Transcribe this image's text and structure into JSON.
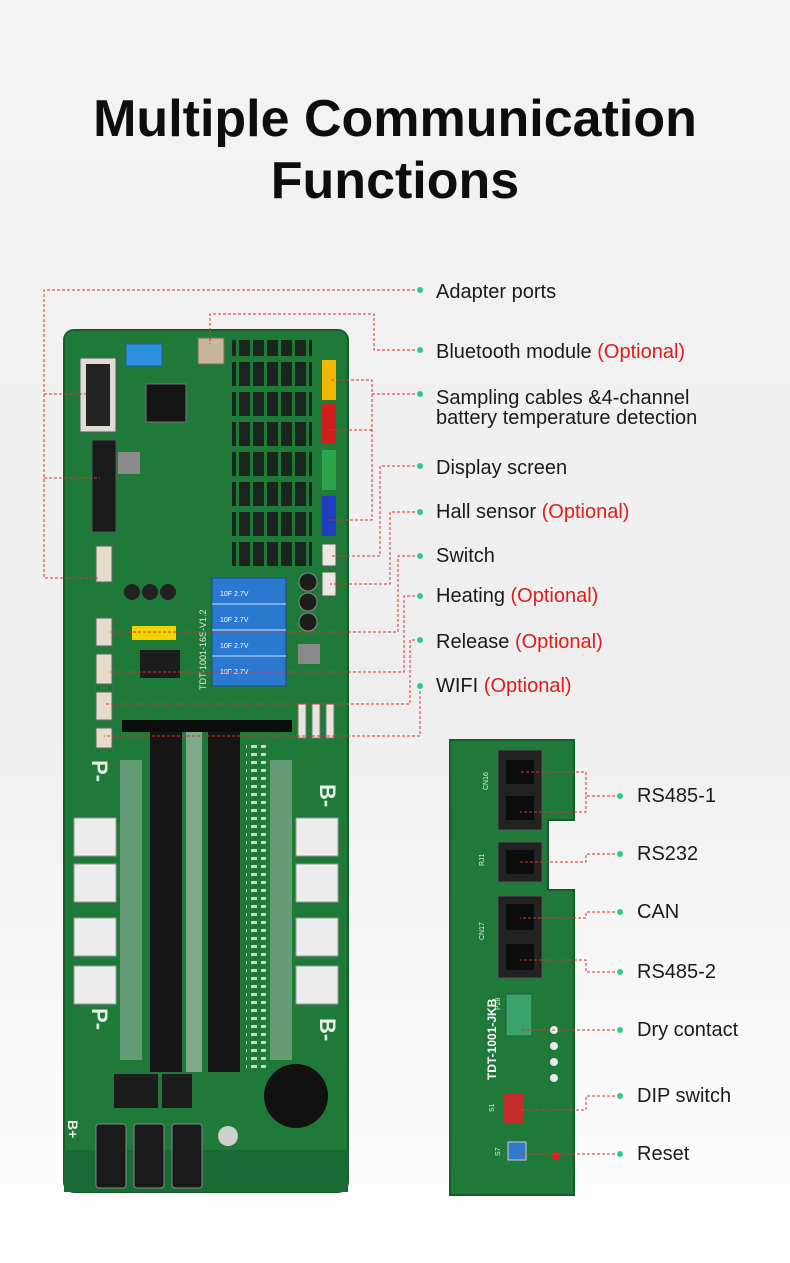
{
  "title": {
    "line1": "Multiple Communication",
    "line2": "Functions"
  },
  "colors": {
    "accent_dot": "#2ecc8a",
    "leader_line": "#d9342b",
    "optional_text": "#e21b1b",
    "pcb_green": "#1f7a3a"
  },
  "main_board": {
    "silk_model": "TDT-1001-16S-V1.2",
    "b_minus": "B-",
    "p_minus": "P-",
    "b_plus": "B+",
    "cap_label": "10F 2.7V"
  },
  "main_labels": [
    {
      "name": "Adapter ports",
      "optional": ""
    },
    {
      "name": "Bluetooth module",
      "optional": "(Optional)"
    },
    {
      "name": "Sampling cables &4-channel",
      "name2": "battery temperature detection",
      "optional": ""
    },
    {
      "name": "Display screen",
      "optional": ""
    },
    {
      "name": "Hall sensor",
      "optional": "(Optional)"
    },
    {
      "name": "Switch",
      "optional": ""
    },
    {
      "name": "Heating",
      "optional": "(Optional)"
    },
    {
      "name": "Release",
      "optional": "(Optional)"
    },
    {
      "name": "WIFI",
      "optional": "(Optional)"
    }
  ],
  "comm_board": {
    "silk_model": "TDT-1001-JKB",
    "cn16": "CN16",
    "cn17": "CN17",
    "rj1": "RJ1",
    "p28": "P28",
    "s1": "S1",
    "s7": "S7"
  },
  "comm_labels": [
    "RS485-1",
    "RS232",
    "CAN",
    "RS485-2",
    "Dry contact",
    "DIP switch",
    "Reset"
  ]
}
